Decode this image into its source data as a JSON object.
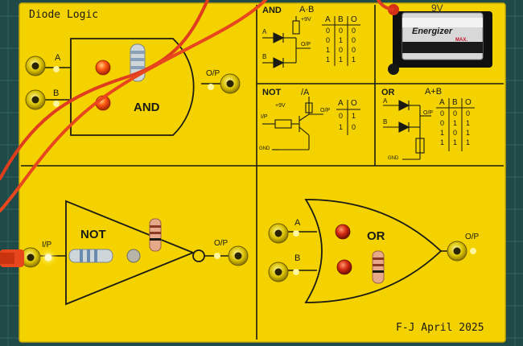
{
  "board": {
    "title": "Diode Logic",
    "credit": "F-J April 2025",
    "colors": {
      "board": "#f4d200",
      "ink": "#1b1b14",
      "led_red": "#d42a10",
      "led_orange": "#ff5a12",
      "wire": "#e03d1e",
      "mat": "#1f4a48"
    }
  },
  "and_gate": {
    "label": "AND",
    "input_a": "A",
    "input_b": "B",
    "output": "O/P"
  },
  "not_gate": {
    "label": "NOT",
    "input": "I/P",
    "output": "O/P"
  },
  "or_gate": {
    "label": "OR",
    "input_a": "A",
    "input_b": "B",
    "output": "O/P"
  },
  "and_ref": {
    "title": "AND",
    "expr": "A·B",
    "vcc": "+9V",
    "in_a": "A",
    "in_b": "B",
    "out": "O/P",
    "truth_headers": [
      "A",
      "B",
      "O"
    ],
    "truth_rows": [
      [
        "0",
        "0",
        "0"
      ],
      [
        "0",
        "1",
        "0"
      ],
      [
        "1",
        "0",
        "0"
      ],
      [
        "1",
        "1",
        "1"
      ]
    ]
  },
  "not_ref": {
    "title": "NOT",
    "expr": "/A",
    "vcc": "+9V",
    "in": "I/P",
    "out": "O/P",
    "gnd": "GND",
    "truth_headers": [
      "A",
      "O"
    ],
    "truth_rows": [
      [
        "0",
        "1"
      ],
      [
        "1",
        "0"
      ]
    ]
  },
  "or_ref": {
    "title": "OR",
    "expr": "A+B",
    "in_a": "A",
    "in_b": "B",
    "out": "O/P",
    "gnd": "GND",
    "truth_headers": [
      "A",
      "B",
      "O"
    ],
    "truth_rows": [
      [
        "0",
        "0",
        "0"
      ],
      [
        "0",
        "1",
        "1"
      ],
      [
        "1",
        "0",
        "1"
      ],
      [
        "1",
        "1",
        "1"
      ]
    ]
  },
  "battery": {
    "voltage_label": "9V",
    "brand": "Energizer",
    "sub": "MAX."
  }
}
